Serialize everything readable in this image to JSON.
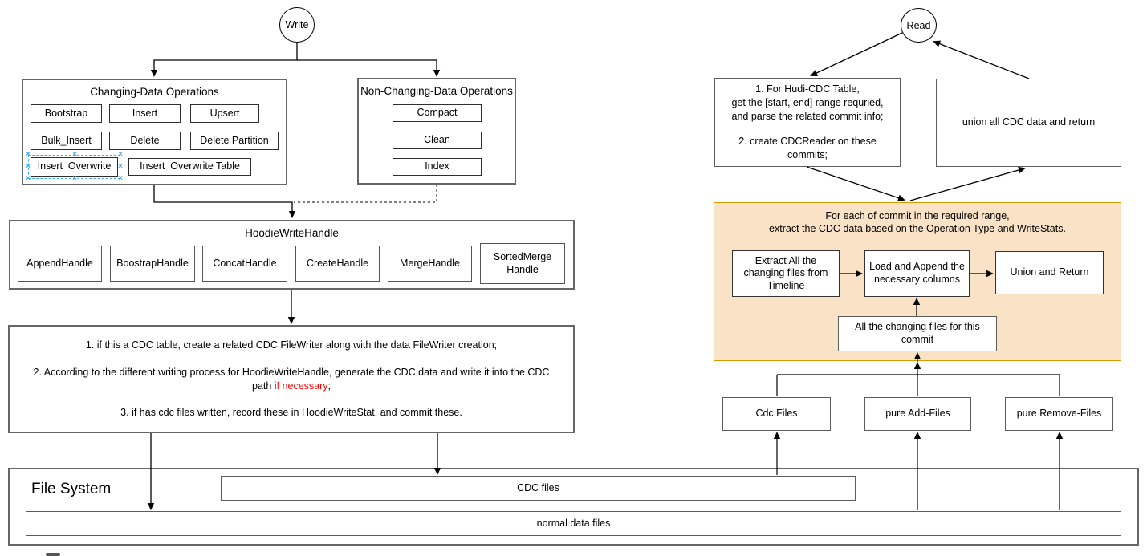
{
  "diagram": {
    "write": {
      "node_label": "Write",
      "changing": {
        "title": "Changing-Data Operations",
        "ops": [
          "Bootstrap",
          "Insert",
          "Upsert",
          "Bulk_Insert",
          "Delete",
          "Delete Partition",
          "Insert  Overwrite",
          "Insert  Overwrite Table"
        ]
      },
      "non_changing": {
        "title": "Non-Changing-Data Operations",
        "ops": [
          "Compact",
          "Clean",
          "Index"
        ]
      },
      "hoodie": {
        "title": "HoodieWriteHandle",
        "handles": [
          "AppendHandle",
          "BoostrapHandle",
          "ConcatHandle",
          "CreateHandle",
          "MergeHandle",
          "SortedMerge Handle"
        ]
      },
      "steps": {
        "line1": "1. if this a CDC table, create a related CDC FileWriter along with the data FileWriter creation;",
        "line2a": "2. According to the different writing process for HoodieWriteHandle, generate the CDC data and write it into the CDC",
        "line2b_prefix": "path ",
        "line2b_red": "if necessary",
        "line2b_suffix": ";",
        "line3": "3. if has cdc files written, record these in HoodieWriteStat, and commit these."
      }
    },
    "read": {
      "node_label": "Read",
      "plan_box": {
        "line1": "1. For Hudi-CDC Table,",
        "line2": "get the [start, end] range requried,",
        "line3": "and parse the related commit info;",
        "line4": "2. create CDCReader on these",
        "line5": "commits;"
      },
      "union_box": "union all CDC data and return",
      "per_commit": {
        "title_line1": "For each of commit in the required range,",
        "title_line2": "extract the CDC data based on the Operation Type and WriteStats.",
        "extract_box": "Extract All the changing files from Timeline",
        "load_box": "Load and Append the necessary columns",
        "union_return_box": "Union and Return",
        "changing_files_box": "All the changing files for this commit"
      },
      "file_boxes": [
        "Cdc Files",
        "pure Add-Files",
        "pure Remove-Files"
      ]
    },
    "file_system": {
      "title": "File System",
      "cdc_files": "CDC files",
      "normal_files": "normal data files"
    },
    "colors": {
      "highlight_red": "#FF0000",
      "orange_fill": "#FAE2C6",
      "orange_stroke": "#D79B00",
      "selection_blue": "#3FA9F5"
    }
  }
}
